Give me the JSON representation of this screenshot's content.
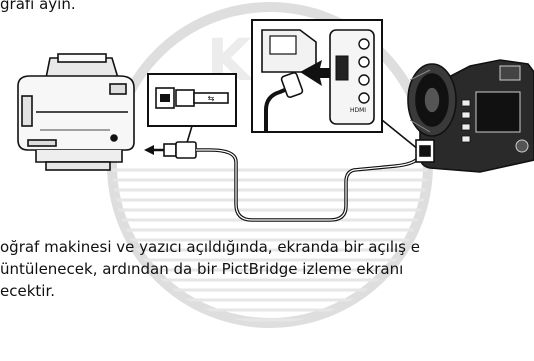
{
  "page": {
    "top_line": "ğrafı ayın.",
    "body_lines": [
      "oğraf makinesi ve yazıcı açıldığında, ekranda bir açılış e",
      "üntülenecek, ardından da bir PictBridge izleme ekranı",
      "ecektir."
    ]
  },
  "illustration": {
    "hdmi_label": "HDMI",
    "usb_label": "⇆",
    "watermark_text": "KLA"
  },
  "colors": {
    "watermark": "#d9d9d9",
    "line": "#111111"
  }
}
